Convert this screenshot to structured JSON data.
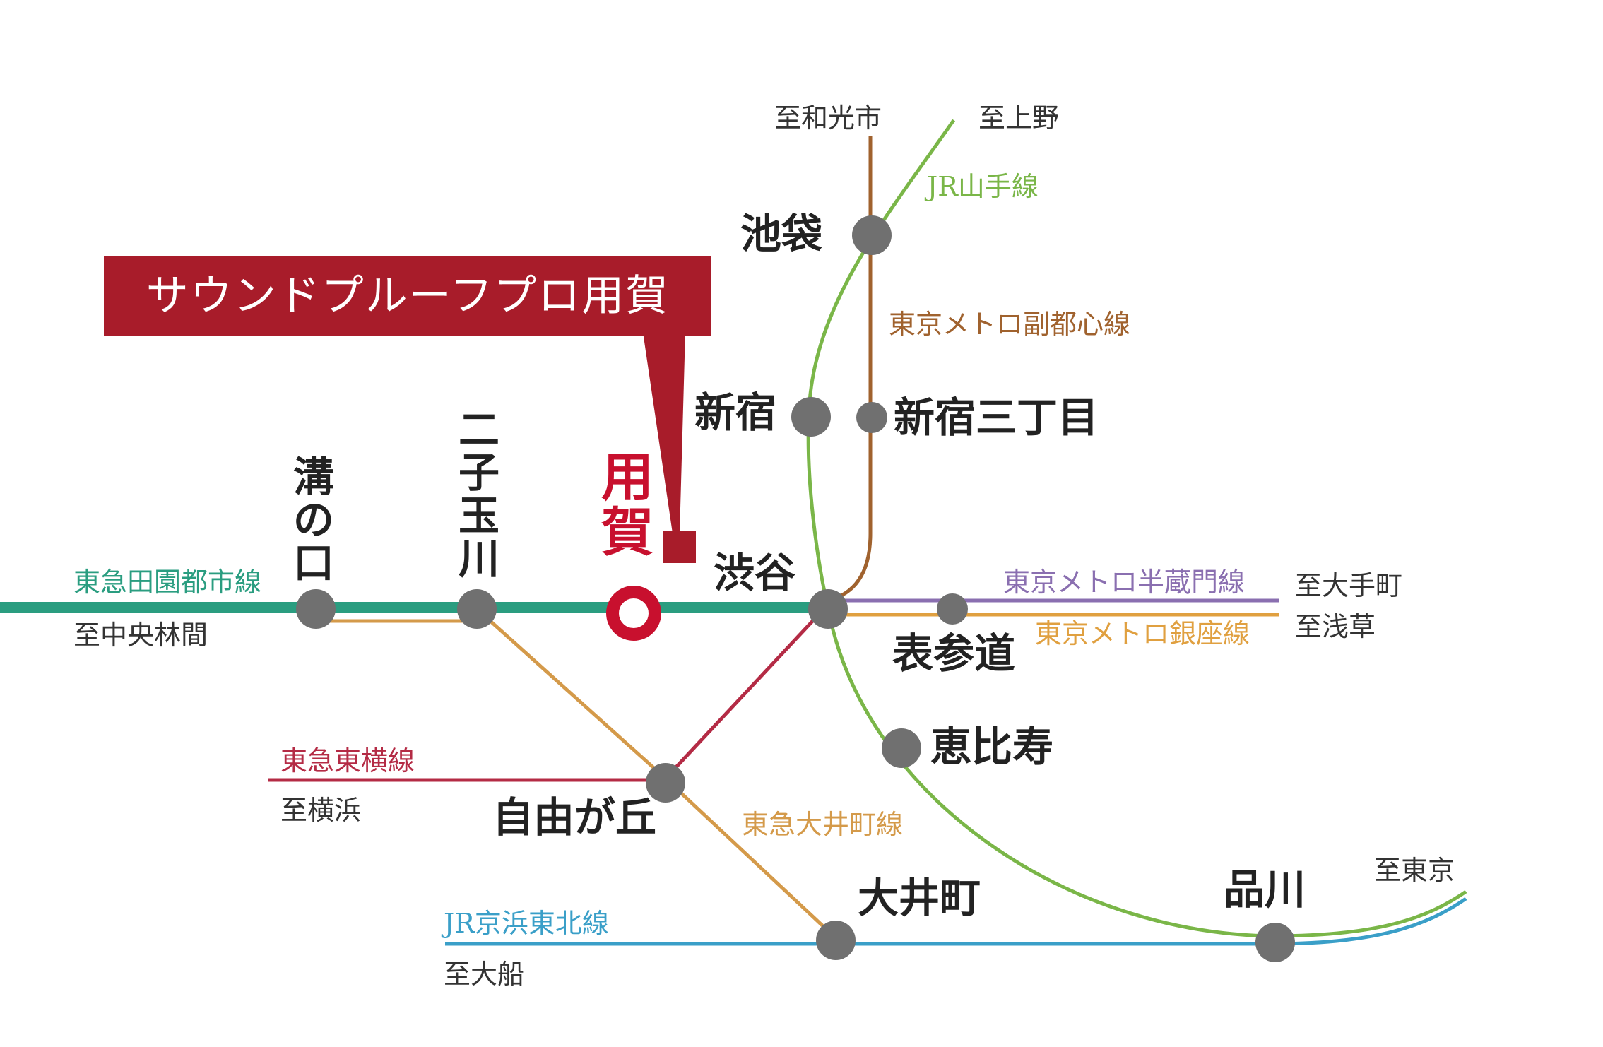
{
  "colors": {
    "denentoshi": "#2a9d80",
    "yamanote": "#7ab648",
    "fukutoshin": "#a0622e",
    "hanzomon": "#8a6fb0",
    "ginza": "#e0a040",
    "toyoko": "#b42b45",
    "oimachi": "#d49a4a",
    "keihintohoku": "#3a9fc8",
    "station": "#707070",
    "highlight": "#c8102e",
    "callout": "#a81c2a"
  },
  "callout": {
    "text": "サウンドプルーフプロ用賀"
  },
  "highlight_station": {
    "name": "用賀"
  },
  "stations": {
    "mizonokuchi": "溝の口",
    "futakotamagawa": "二子玉川",
    "shibuya": "渋谷",
    "shinjuku": "新宿",
    "shinjuku_sanchome": "新宿三丁目",
    "ikebukuro": "池袋",
    "omotesando": "表参道",
    "ebisu": "恵比寿",
    "jiyugaoka": "自由が丘",
    "oimachi": "大井町",
    "shinagawa": "品川"
  },
  "lines": {
    "denentoshi": "東急田園都市線",
    "yamanote": "JR山手線",
    "fukutoshin": "東京メトロ副都心線",
    "hanzomon": "東京メトロ半蔵門線",
    "ginza": "東京メトロ銀座線",
    "toyoko": "東急東横線",
    "oimachi": "東急大井町線",
    "keihintohoku": "JR京浜東北線"
  },
  "directions": {
    "wakoshi": "至和光市",
    "ueno": "至上野",
    "chuorinkan": "至中央林間",
    "otemachi": "至大手町",
    "asakusa": "至浅草",
    "yokohama": "至横浜",
    "ofuna": "至大船",
    "tokyo": "至東京"
  }
}
